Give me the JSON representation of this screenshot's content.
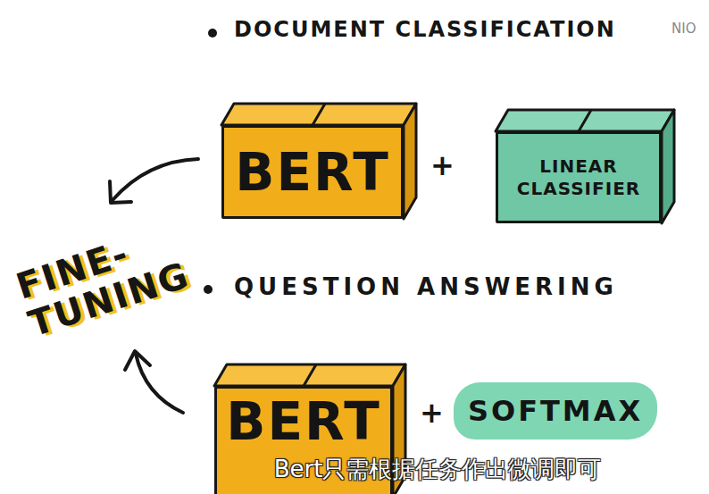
{
  "diagram": {
    "caption": "Bert只需根据任务作出微调即可",
    "nodes": [
      {
        "text": [
          "BERT"
        ]
      },
      {
        "text": [
          "LINEAR CLASSIFIER"
        ]
      },
      {
        "text": [
          "BERT"
        ]
      },
      {
        "text": [
          "SOFTMAX"
        ]
      }
    ],
    "labels": [
      "DOCUMENT CLASSIFICATION",
      "NIO",
      "+",
      "FINE- TUNING",
      "QUESTION ANSWERING",
      "+"
    ]
  }
}
